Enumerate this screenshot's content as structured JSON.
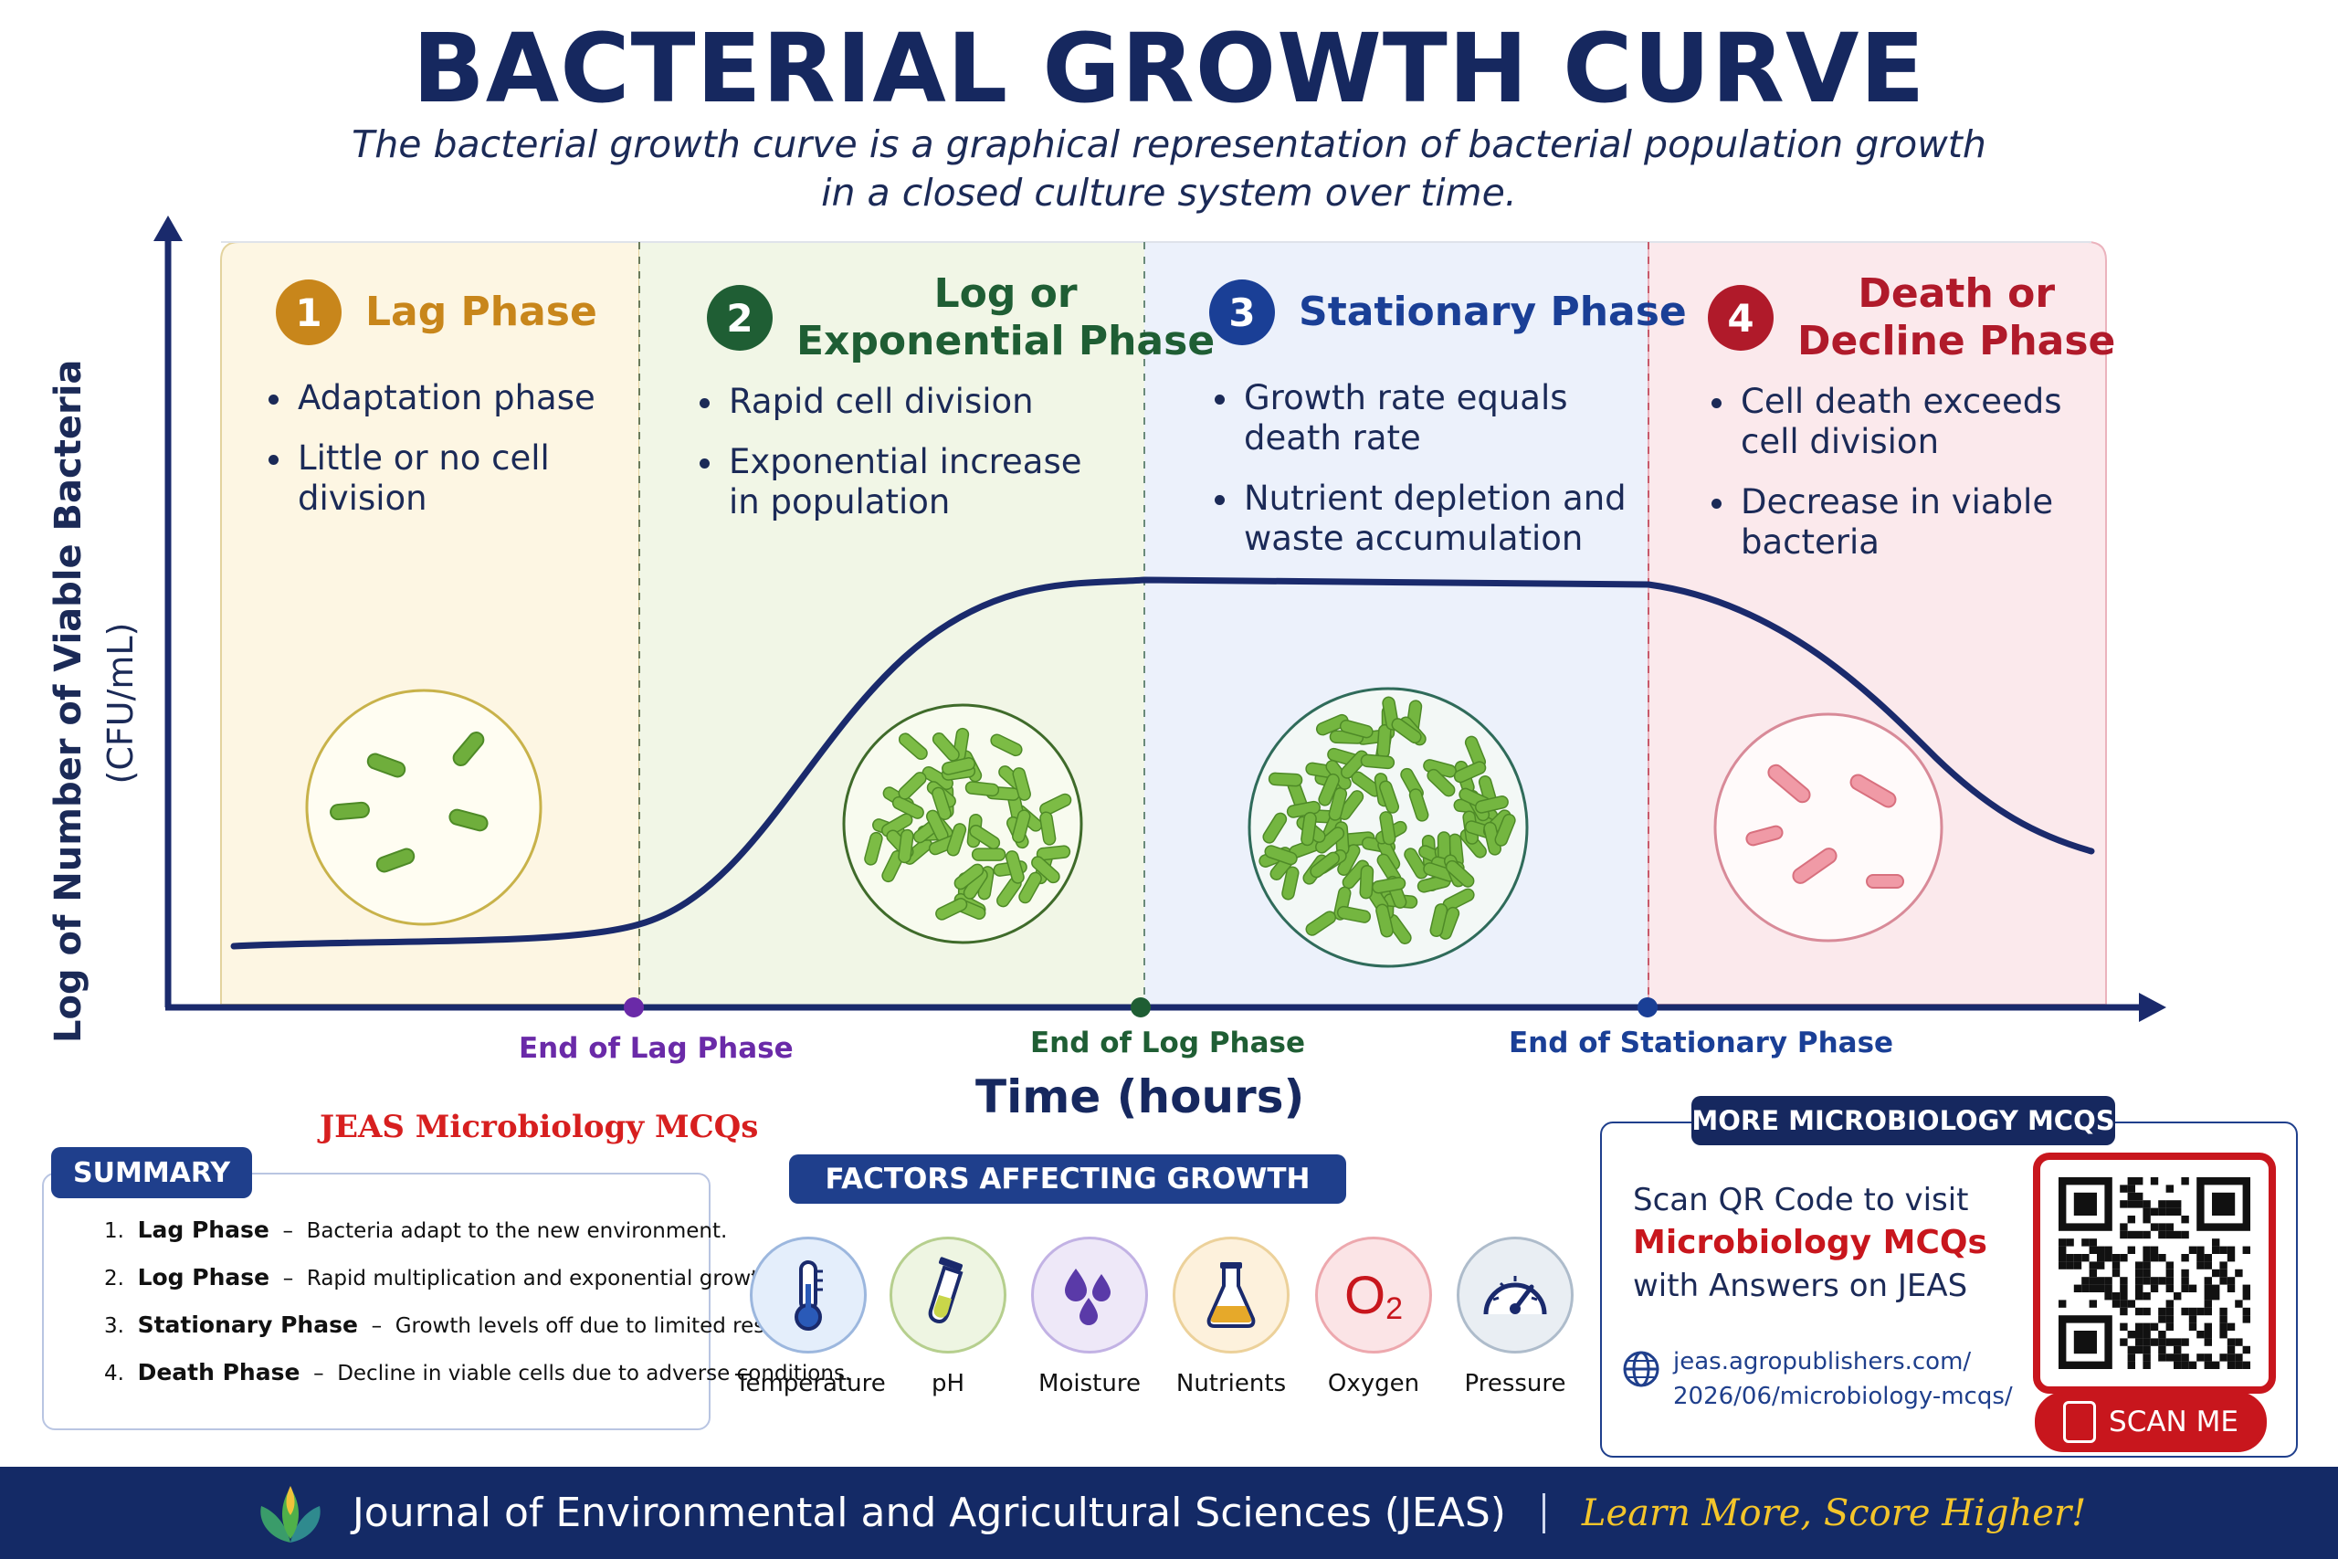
{
  "header": {
    "title": "BACTERIAL GROWTH CURVE",
    "subtitle_line1": "The bacterial growth curve is a graphical representation of bacterial population growth",
    "subtitle_line2": "in a closed culture system over time."
  },
  "axes": {
    "y_label": "Log of Number of Viable Bacteria",
    "y_unit": "(CFU/mL)",
    "x_label": "Time (hours)"
  },
  "phases": [
    {
      "number": "1",
      "name_line1": "Lag Phase",
      "name_line2": "",
      "color": "#c8861b",
      "band_color": "#fdf6e3",
      "bullets": [
        [
          "Adaptation phase"
        ],
        [
          "Little or no cell",
          "division"
        ]
      ]
    },
    {
      "number": "2",
      "name_line1": "Log or",
      "name_line2": "Exponential Phase",
      "color": "#1f5e34",
      "band_color": "#f1f6e6",
      "bullets": [
        [
          "Rapid cell division"
        ],
        [
          "Exponential increase",
          "in population"
        ]
      ]
    },
    {
      "number": "3",
      "name_line1": "Stationary Phase",
      "name_line2": "",
      "color": "#1a3f96",
      "band_color": "#ecf1fb",
      "bullets": [
        [
          "Growth rate equals",
          "death rate"
        ],
        [
          "Nutrient depletion and",
          "waste accumulation"
        ]
      ]
    },
    {
      "number": "4",
      "name_line1": "Death or",
      "name_line2": "Decline Phase",
      "color": "#b01a2a",
      "band_color": "#fbe9ec",
      "bullets": [
        [
          "Cell death exceeds",
          "cell division"
        ],
        [
          "Decrease in viable",
          "bacteria"
        ]
      ]
    }
  ],
  "markers": [
    {
      "label": "End of Lag Phase",
      "color": "#6a2aa8"
    },
    {
      "label": "End of Log Phase",
      "color": "#1f5e34"
    },
    {
      "label": "End of Stationary Phase",
      "color": "#1a3f96"
    }
  ],
  "watermark": "JEAS Microbiology MCQs",
  "summary": {
    "tag": "SUMMARY",
    "rows": [
      {
        "index": "1.",
        "phase": "Lag Phase",
        "dash": "–",
        "desc": "Bacteria adapt to the new environment."
      },
      {
        "index": "2.",
        "phase": "Log Phase",
        "dash": "–",
        "desc": "Rapid multiplication and exponential growth."
      },
      {
        "index": "3.",
        "phase": "Stationary Phase",
        "dash": "–",
        "desc": "Growth levels off due to limited resources."
      },
      {
        "index": "4.",
        "phase": "Death Phase",
        "dash": "–",
        "desc": "Decline in viable cells due to adverse conditions."
      }
    ]
  },
  "factors": {
    "tag": "FACTORS AFFECTING GROWTH",
    "items": [
      {
        "label": "Temperature",
        "icon": "thermometer-icon",
        "bg": "#e4eefb",
        "ring": "#9cb7de"
      },
      {
        "label": "pH",
        "icon": "test-tube-icon",
        "bg": "#eef5e2",
        "ring": "#b6cf8e"
      },
      {
        "label": "Moisture",
        "icon": "water-drops-icon",
        "bg": "#eee8f8",
        "ring": "#c2b2e4"
      },
      {
        "label": "Nutrients",
        "icon": "flask-icon",
        "bg": "#fdf1dc",
        "ring": "#ecd19a"
      },
      {
        "label": "Oxygen",
        "icon": "oxygen-icon",
        "bg": "#fbe4e6",
        "ring": "#eda8ae",
        "symbol": "O",
        "sub": "2"
      },
      {
        "label": "Pressure",
        "icon": "gauge-icon",
        "bg": "#e9eef3",
        "ring": "#aebccb"
      }
    ]
  },
  "qr_panel": {
    "tag": "MORE MICROBIOLOGY MCQS",
    "line1": "Scan QR Code to visit",
    "line2": "Microbiology MCQs",
    "line3": "with Answers on JEAS",
    "url_line1": "jeas.agropublishers.com/",
    "url_line2": "2026/06/microbiology-mcqs/",
    "button": "SCAN ME"
  },
  "footer": {
    "journal": "Journal of Environmental and Agricultural Sciences (JEAS)",
    "tagline": "Learn More, Score Higher!"
  }
}
